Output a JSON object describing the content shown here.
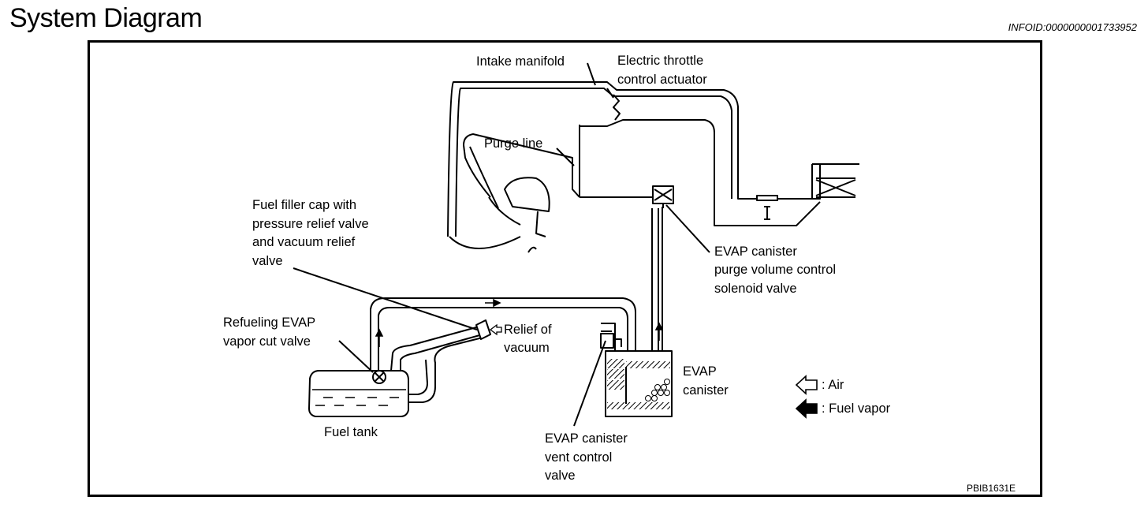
{
  "header": {
    "title": "System Diagram",
    "info_id": "INFOID:0000000001733952"
  },
  "diagram": {
    "labels": {
      "intake_manifold": "Intake manifold",
      "throttle_1": "Electric throttle",
      "throttle_2": "control actuator",
      "purge_line": "Purge line",
      "cap_1": "Fuel filler cap with",
      "cap_2": "pressure relief valve",
      "cap_3": "and vacuum relief",
      "cap_4": "valve",
      "solenoid_1": "EVAP canister",
      "solenoid_2": "purge volume control",
      "solenoid_3": "solenoid valve",
      "cut_valve_1": "Refueling EVAP",
      "cut_valve_2": "vapor cut valve",
      "relief_1": "Relief of",
      "relief_2": "vacuum",
      "canister_1": "EVAP",
      "canister_2": "canister",
      "fuel_tank": "Fuel tank",
      "vent_1": "EVAP canister",
      "vent_2": "vent control",
      "vent_3": "valve",
      "code": "PBIB1631E"
    },
    "legend": {
      "air": ": Air",
      "fuel_vapor": ": Fuel vapor"
    }
  }
}
